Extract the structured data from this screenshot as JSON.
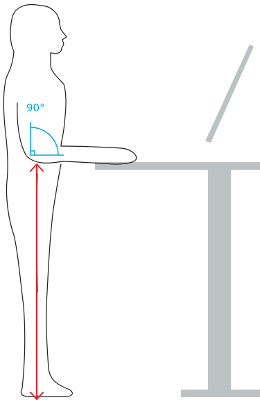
{
  "figure": {
    "angle_label": "90°"
  },
  "colors": {
    "outline": "#1a1a1a",
    "furniture": "#bcc1c4",
    "angle_marker": "#00a6e0",
    "height_arrow": "#e3222a",
    "background": "#ffffff"
  },
  "icons": {
    "person": "standing-person-outline",
    "desk": "standing-desk",
    "laptop": "laptop-screen",
    "angle": "right-angle-marker",
    "arrow": "double-headed-vertical-arrow"
  }
}
